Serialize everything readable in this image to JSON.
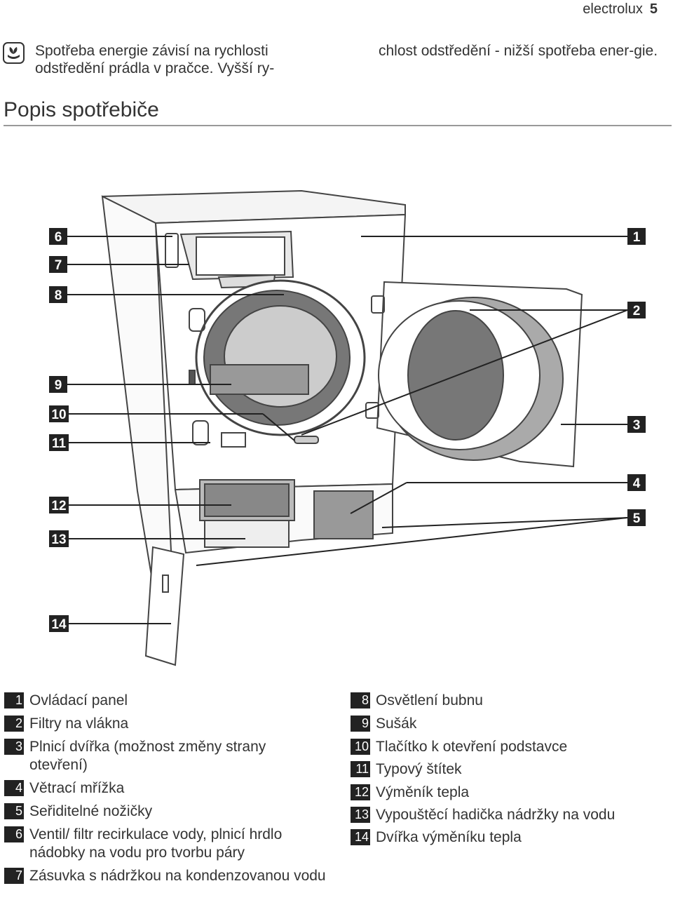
{
  "header": {
    "brand": "electrolux",
    "page": "5"
  },
  "tip": {
    "icon": "leaf-hand-icon",
    "text_left": "Spotřeba energie závisí na rychlosti odstředění prádla v pračce. Vyšší ry-",
    "text_right": "chlost odstředění - nižší spotřeba ener-gie."
  },
  "section_title": "Popis spotřebiče",
  "callouts": [
    "1",
    "2",
    "3",
    "4",
    "5",
    "6",
    "7",
    "8",
    "9",
    "10",
    "11",
    "12",
    "13",
    "14"
  ],
  "legend": [
    {
      "num": "1",
      "text": "Ovládací panel"
    },
    {
      "num": "2",
      "text": "Filtry na vlákna"
    },
    {
      "num": "3",
      "text": "Plnicí dvířka (možnost změny strany otevření)"
    },
    {
      "num": "4",
      "text": "Větrací mřížka"
    },
    {
      "num": "5",
      "text": "Seřiditelné nožičky"
    },
    {
      "num": "6",
      "text": "Ventil/ filtr recirkulace vody, plnicí hrdlo nádobky na vodu pro tvorbu páry"
    },
    {
      "num": "7",
      "text": "Zásuvka s nádržkou na kondenzovanou vodu"
    },
    {
      "num": "8",
      "text": "Osvětlení bubnu"
    },
    {
      "num": "9",
      "text": "Sušák"
    },
    {
      "num": "10",
      "text": "Tlačítko k otevření podstavce"
    },
    {
      "num": "11",
      "text": "Typový štítek"
    },
    {
      "num": "12",
      "text": "Výměník tepla"
    },
    {
      "num": "13",
      "text": "Vypouštěcí hadička nádržky na vodu"
    },
    {
      "num": "14",
      "text": "Dvířka výměníku tepla"
    }
  ]
}
